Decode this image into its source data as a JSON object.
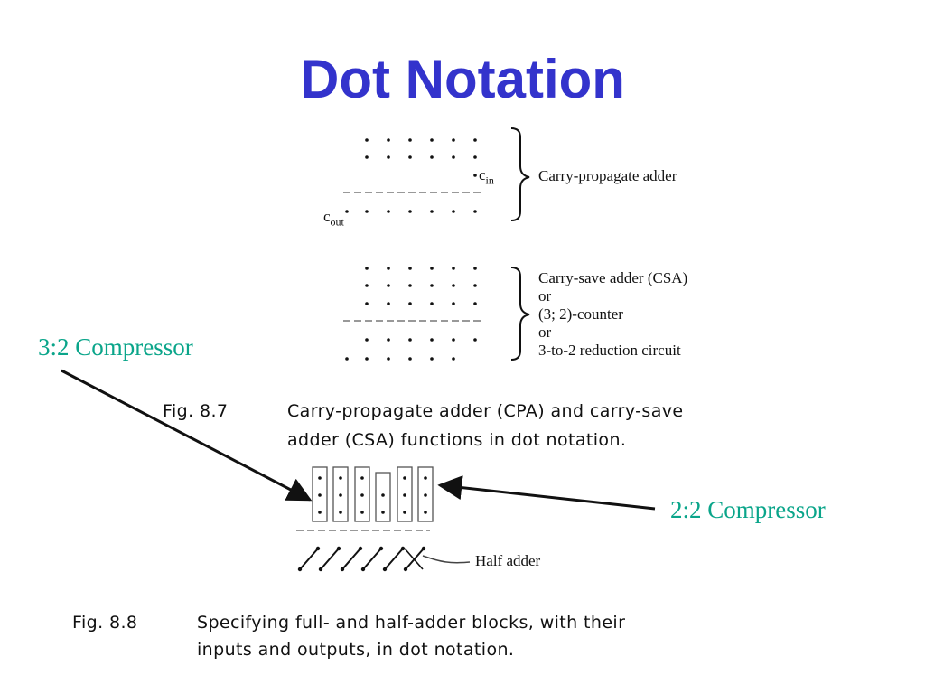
{
  "slide": {
    "title": "Dot Notation"
  },
  "fig87": {
    "cin_base": "c",
    "cin_sub": "in",
    "cout_base": "c",
    "cout_sub": "out",
    "cpa_label": "Carry-propagate adder",
    "csa_lines": [
      "Carry-save adder (CSA)",
      "or",
      "(3; 2)-counter",
      "or",
      "3-to-2 reduction circuit"
    ],
    "caption_number": "Fig. 8.7",
    "caption_line1": "Carry-propagate  adder  (CPA)  and  carry-save",
    "caption_line2": "adder (CSA) functions in dot notation."
  },
  "fig88": {
    "half_adder_label": "Half adder",
    "caption_number": "Fig. 8.8",
    "caption_line1": "Specifying  full-  and  half-adder  blocks,  with  their",
    "caption_line2": "inputs and outputs, in dot notation."
  },
  "annotations": {
    "compressor_32": "3:2 Compressor",
    "compressor_22": "2:2 Compressor"
  },
  "colors": {
    "title": "#3333cc",
    "annotation": "#0aa58a",
    "ink": "#111111"
  }
}
